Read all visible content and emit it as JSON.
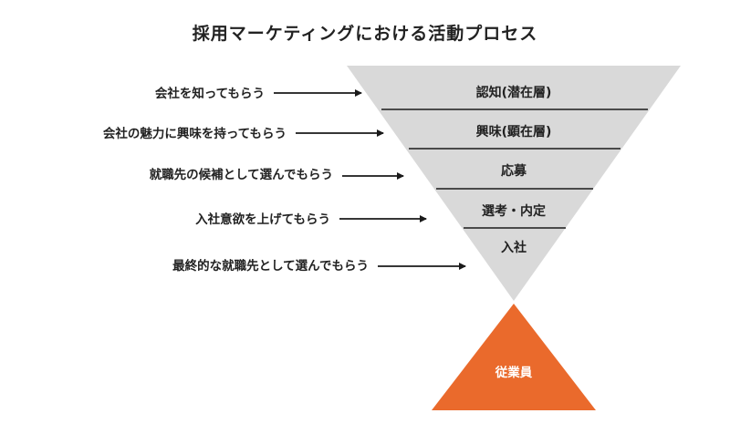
{
  "title": "採用マーケティングにおける活動プロセス",
  "goals": [
    "会社を知ってもらう",
    "会社の魅力に興味を持ってもらう",
    "就職先の候補として選んでもらう",
    "入社意欲を上げてもらう",
    "最終的な就職先として選んでもらう"
  ],
  "stages": [
    "認知(潜在層)",
    "興味(顕在層)",
    "応募",
    "選考・内定",
    "入社"
  ],
  "result": "従業員",
  "colors": {
    "funnel": "#d9d9d9",
    "divider": "#1a1a1a",
    "triangle": "#ea6a2c",
    "arrow": "#1a1a1a"
  }
}
